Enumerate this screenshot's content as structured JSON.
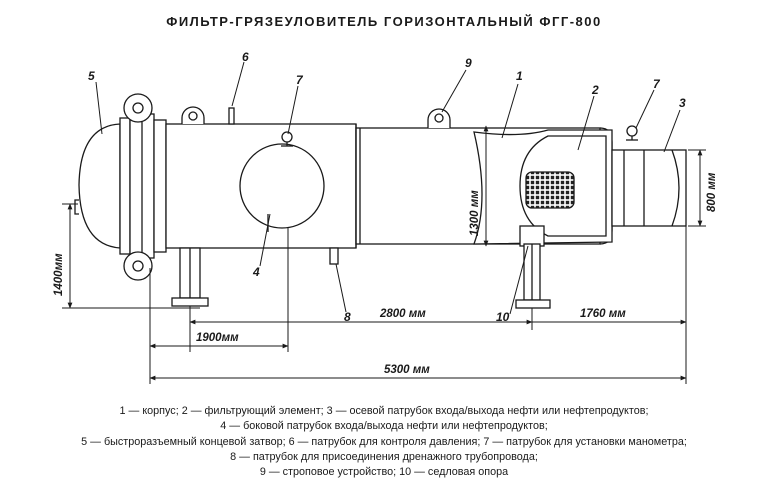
{
  "title": "ФИЛЬТР-ГРЯЗЕУЛОВИТЕЛЬ ГОРИЗОНТАЛЬНЫЙ ФГГ-800",
  "callouts": {
    "c1": "1",
    "c2": "2",
    "c3": "3",
    "c5": "5",
    "c6": "6",
    "c7a": "7",
    "c7b": "7",
    "c4": "4",
    "c8": "8",
    "c9": "9",
    "c10": "10"
  },
  "dimensions": {
    "height_body": "1300 мм",
    "height_total": "1400мм",
    "nozzle_dia": "800 мм",
    "len_2800": "2800 мм",
    "len_1760": "1760 мм",
    "len_1900": "1900мм",
    "len_5300": "5300 мм"
  },
  "legend": [
    "1 — корпус; 2 — фильтрующий элемент; 3 — осевой патрубок входа/выхода нефти или нефтепродуктов;",
    "4 — боковой патрубок входа/выхода нефти или нефтепродуктов;",
    "5 — быстроразъемный концевой затвор; 6 — патрубок для контроля давления; 7 — патрубок для установки манометра;",
    "8 — патрубок для присоединения дренажного трубопровода;",
    "9 — строповое устройство; 10 — седловая опора"
  ]
}
